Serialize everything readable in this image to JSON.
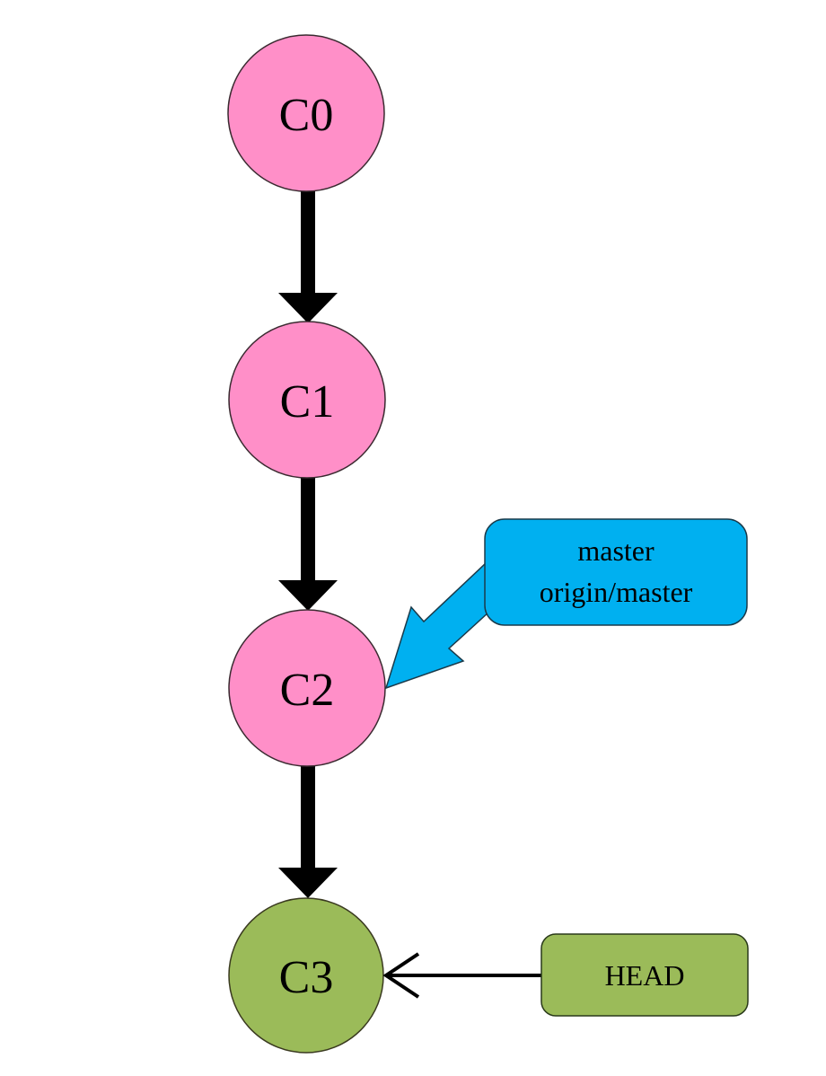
{
  "commits": [
    {
      "id": "C0",
      "color": "#ff8fc8"
    },
    {
      "id": "C1",
      "color": "#ff8fc8"
    },
    {
      "id": "C2",
      "color": "#ff8fc8"
    },
    {
      "id": "C3",
      "color": "#9bbb59"
    }
  ],
  "edges": [
    {
      "from": "C0",
      "to": "C1"
    },
    {
      "from": "C1",
      "to": "C2"
    },
    {
      "from": "C2",
      "to": "C3"
    }
  ],
  "refs": [
    {
      "name": "branch-ref",
      "lines": [
        "master",
        "origin/master"
      ],
      "points_to": "C2",
      "color": "#00b0f0"
    },
    {
      "name": "head-ref",
      "lines": [
        "HEAD"
      ],
      "points_to": "C3",
      "color": "#9bbb59"
    }
  ]
}
